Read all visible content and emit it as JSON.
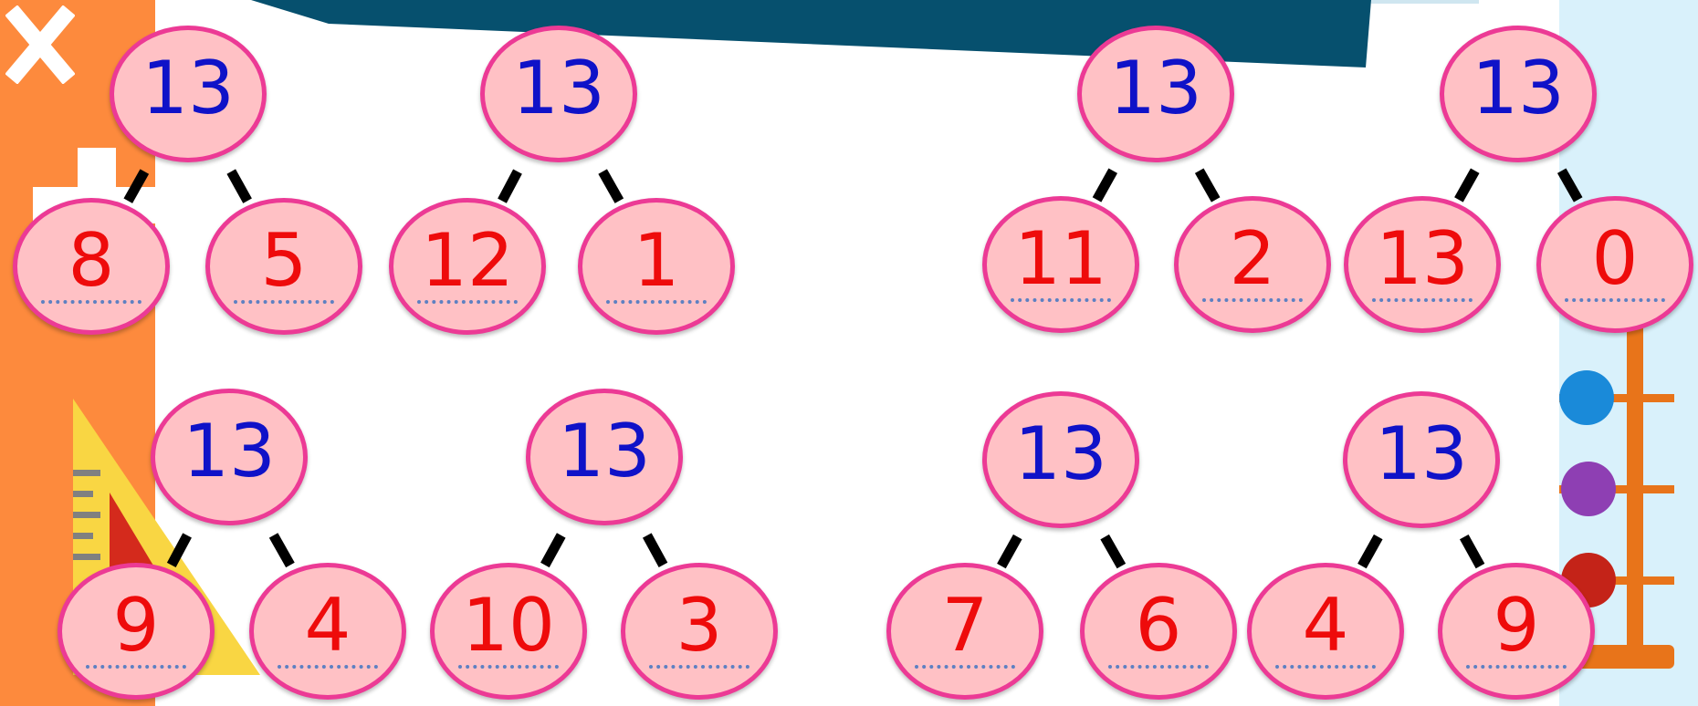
{
  "close_icon": "x-icon",
  "colors": {
    "left_strip": "#fd8a3d",
    "right_strip": "#d9f1fb",
    "banner": "#06506e",
    "node_fill": "#ffc1c5",
    "node_border": "#ec3a95",
    "whole_text": "#0f12c8",
    "part_text": "#ee0b0b",
    "answer_line": "#5d80c2"
  },
  "trees": [
    {
      "whole": "13",
      "left": "8",
      "right": "5"
    },
    {
      "whole": "13",
      "left": "12",
      "right": "1"
    },
    {
      "whole": "13",
      "left": "11",
      "right": "2"
    },
    {
      "whole": "13",
      "left": "13",
      "right": "0"
    },
    {
      "whole": "13",
      "left": "9",
      "right": "4"
    },
    {
      "whole": "13",
      "left": "10",
      "right": "3"
    },
    {
      "whole": "13",
      "left": "7",
      "right": "6"
    },
    {
      "whole": "13",
      "left": "4",
      "right": "9"
    }
  ]
}
